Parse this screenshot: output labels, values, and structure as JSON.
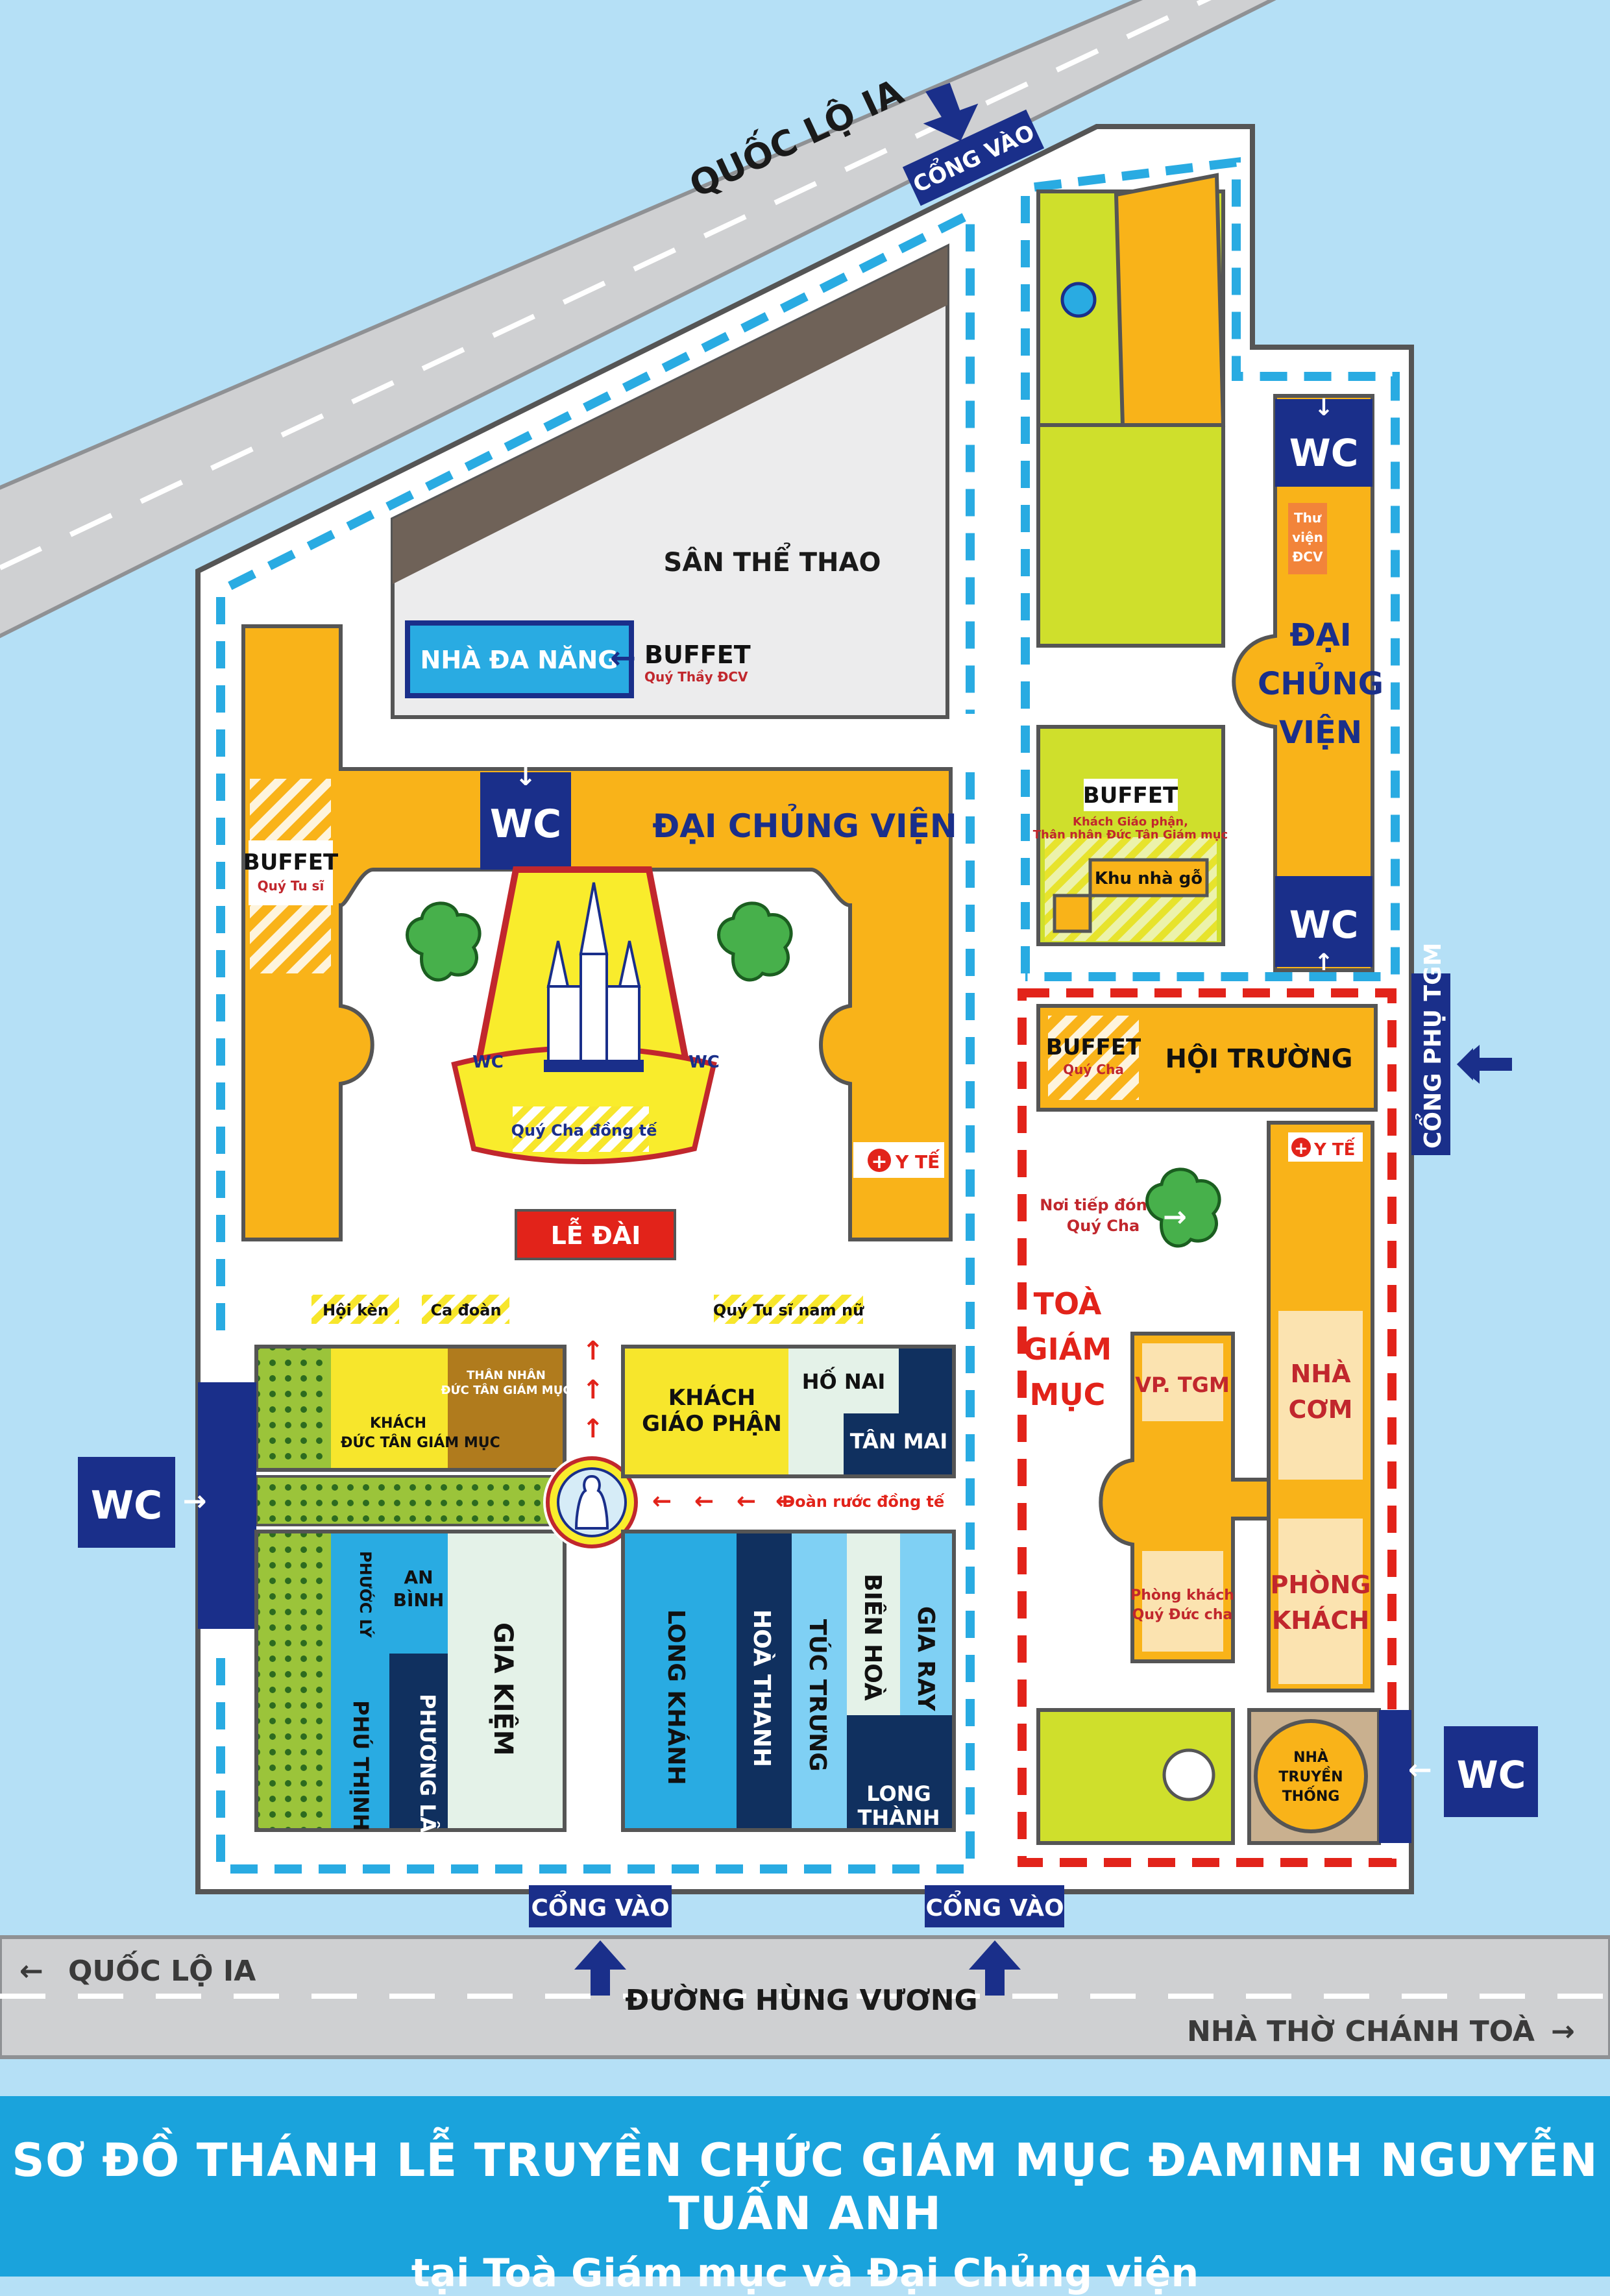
{
  "roads": {
    "ql1a_top": "QUỐC LỘ IA",
    "ql1a_bottom": "QUỐC LỘ IA",
    "hung_vuong": "ĐƯỜNG HÙNG VƯƠNG",
    "cathedral": "NHÀ THỜ CHÁNH TOÀ"
  },
  "gates": {
    "top": "CỔNG VÀO",
    "bottom_left": "CỔNG VÀO",
    "bottom_right": "CỔNG VÀO",
    "side": "CỔNG PHỤ TGM"
  },
  "wc": "WC",
  "areas": {
    "san_the_thao": "SÂN THỂ THAO",
    "nha_da_nang": "NHÀ ĐA NĂNG",
    "buffet": "BUFFET",
    "buffet_thay_dcv": "Quý Thầy ĐCV",
    "buffet_tu_si": "Quý Tu sĩ",
    "buffet_khach_1": "Khách Giáo phận,",
    "buffet_khach_2": "Thân nhân Đức Tân Giám mục",
    "buffet_cha": "Quý Cha",
    "khu_nha_go": "Khu nhà gỗ",
    "dai_chung_vien": "ĐẠI CHỦNG VIỆN",
    "dcv_vertical_1": "ĐẠI",
    "dcv_vertical_2": "CHỦNG",
    "dcv_vertical_3": "VIỆN",
    "thu_vien_1": "Thư",
    "thu_vien_2": "viện",
    "thu_vien_3": "ĐCV",
    "hoi_truong": "HỘI TRƯỜNG",
    "y_te": "Y TẾ",
    "noi_tiep_don_1": "Nơi tiếp đón",
    "noi_tiep_don_2": "Quý Cha",
    "toa_gm_1": "TOÀ",
    "toa_gm_2": "GIÁM",
    "toa_gm_3": "MỤC",
    "vp_tgm": "VP. TGM",
    "nha_com_1": "NHÀ",
    "nha_com_2": "CƠM",
    "phong_khach_1": "PHÒNG",
    "phong_khach_2": "KHÁCH",
    "pk_duc_cha_1": "Phòng khách",
    "pk_duc_cha_2": "Quý Đức cha",
    "nha_truyen_thong_1": "NHÀ",
    "nha_truyen_thong_2": "TRUYỀN",
    "nha_truyen_thong_3": "THỐNG",
    "le_dai": "LỄ ĐÀI",
    "quy_cha_dong_te": "Quý Cha đồng tế",
    "stage_wc": "WC",
    "hoi_ken": "Hội kèn",
    "ca_doan": "Ca đoàn",
    "tu_si_nam_nu": "Quý Tu sĩ nam nữ",
    "doan_ruoc": "Đoàn rước đồng tế"
  },
  "seating": {
    "than_nhan_1": "THÂN NHÂN",
    "than_nhan_2": "ĐỨC TÂN GIÁM MỤC",
    "khach_dtgm_1": "KHÁCH",
    "khach_dtgm_2": "ĐỨC TÂN GIÁM MỤC",
    "khach_gp_1": "KHÁCH",
    "khach_gp_2": "GIÁO PHẬN",
    "ho_nai": "HỐ NAI",
    "tan_mai": "TÂN MAI",
    "phuoc_ly": "PHƯỚC LÝ",
    "an_binh_1": "AN",
    "an_binh_2": "BÌNH",
    "phu_thinh": "PHÚ THỊNH",
    "phuong_lam": "PHƯƠNG LÂM",
    "gia_kiem": "GIA KIỆM",
    "long_khanh": "LONG KHÁNH",
    "hoa_thanh": "HOÀ THANH",
    "tuc_trung": "TÚC TRƯNG",
    "bien_hoa": "BIÊN HOÀ",
    "gia_ray": "GIA RAY",
    "long_thanh_1": "LONG",
    "long_thanh_2": "THÀNH"
  },
  "footer": {
    "title": "SƠ ĐỒ THÁNH LỄ TRUYỀN CHỨC GIÁM MỤC ĐAMINH NGUYỄN TUẤN ANH",
    "subtitle": "tại Toà Giám mục và Đại Chủng viện"
  },
  "colors": {
    "sky": "#b5e0f6",
    "road": "#cfd0d2",
    "navy": "#1a2f8a",
    "orange": "#f9b319",
    "lime": "#cfdf2c",
    "blue": "#29abe2",
    "red": "#e2231a"
  }
}
